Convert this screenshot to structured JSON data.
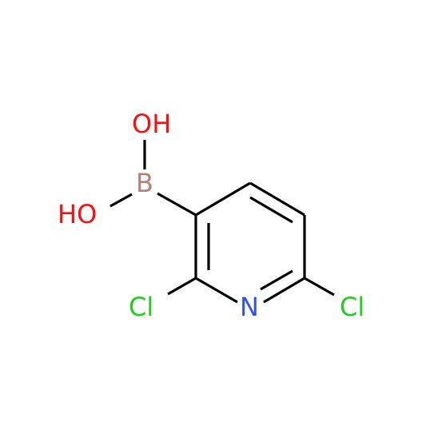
{
  "molecule": {
    "atoms": [
      {
        "id": "O1",
        "label": "OH",
        "color": "#ff0d0d"
      },
      {
        "id": "B",
        "label": "B",
        "color": "#b5807a"
      },
      {
        "id": "O2",
        "label": "HO",
        "color": "#ff0d0d"
      },
      {
        "id": "N",
        "label": "N",
        "color": "#3050f8"
      },
      {
        "id": "Cl1",
        "label": "Cl",
        "color": "#1fcc1f"
      },
      {
        "id": "Cl2",
        "label": "Cl",
        "color": "#1fcc1f"
      }
    ],
    "bond_color": "#000000"
  }
}
